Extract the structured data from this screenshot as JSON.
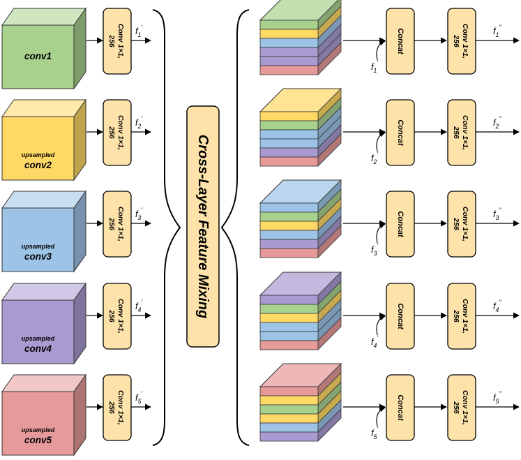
{
  "center_label": "Cross-Layer Feature Mixing",
  "conv_box_label_line1": "Conv 1×1,",
  "conv_box_label_line2": "256",
  "concat_label": "Concat",
  "colors": {
    "green": "#a9d18e",
    "yellow": "#ffd966",
    "blue": "#9dc3e6",
    "purple": "#a99bd1",
    "red": "#e69a9a",
    "box_fill": "#fde3aa"
  },
  "inputs": [
    {
      "sub": "",
      "name": "conv1",
      "color": "green"
    },
    {
      "sub": "upsampled",
      "name": "conv2",
      "color": "yellow"
    },
    {
      "sub": "upsampled",
      "name": "conv3",
      "color": "blue"
    },
    {
      "sub": "upsampled",
      "name": "conv4",
      "color": "purple"
    },
    {
      "sub": "upsampled",
      "name": "conv5",
      "color": "red"
    }
  ],
  "features": [
    {
      "base": "f",
      "sub": "1",
      "mark": "′"
    },
    {
      "base": "f",
      "sub": "2",
      "mark": "′"
    },
    {
      "base": "f",
      "sub": "3",
      "mark": "′"
    },
    {
      "base": "f",
      "sub": "4",
      "mark": "′"
    },
    {
      "base": "f",
      "sub": "5",
      "mark": "′"
    }
  ],
  "outputs": [
    {
      "base": "f",
      "sub": "1",
      "mark": "″"
    },
    {
      "base": "f",
      "sub": "2",
      "mark": "″"
    },
    {
      "base": "f",
      "sub": "3",
      "mark": "″"
    },
    {
      "base": "f",
      "sub": "4",
      "mark": "″"
    },
    {
      "base": "f",
      "sub": "5",
      "mark": "″"
    }
  ],
  "stacks": [
    [
      "green",
      "yellow",
      "blue",
      "purple",
      "purple",
      "red"
    ],
    [
      "yellow",
      "green",
      "blue",
      "blue",
      "purple",
      "red"
    ],
    [
      "blue",
      "green",
      "yellow",
      "blue",
      "purple",
      "red"
    ],
    [
      "purple",
      "green",
      "yellow",
      "blue",
      "blue",
      "red"
    ],
    [
      "red",
      "yellow",
      "green",
      "yellow",
      "blue",
      "purple"
    ]
  ]
}
